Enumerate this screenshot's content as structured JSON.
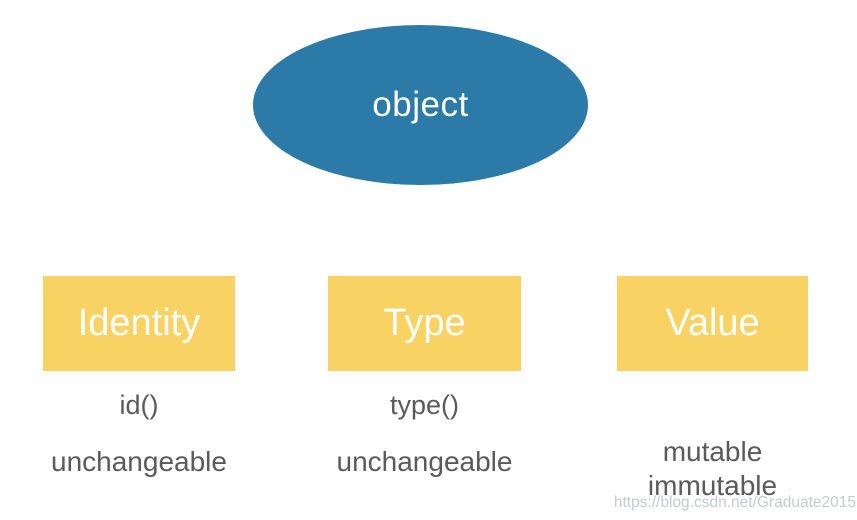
{
  "diagram": {
    "root_label": "object",
    "columns": [
      {
        "box_label": "Identity",
        "accessor": "id()",
        "lines": [
          "unchangeable"
        ]
      },
      {
        "box_label": "Type",
        "accessor": "type()",
        "lines": [
          "unchangeable"
        ]
      },
      {
        "box_label": "Value",
        "lines": [
          "mutable",
          "immutable"
        ]
      }
    ]
  },
  "watermark": "https://blog.csdn.net/Graduate2015",
  "colors": {
    "background": "#FFFFFF",
    "ellipse_fill": "#2B7AA8",
    "box_fill": "#F9D264",
    "box_text": "#FFFFFF",
    "caption_text": "#5A5A5A",
    "watermark_text": "#C6CACC"
  }
}
